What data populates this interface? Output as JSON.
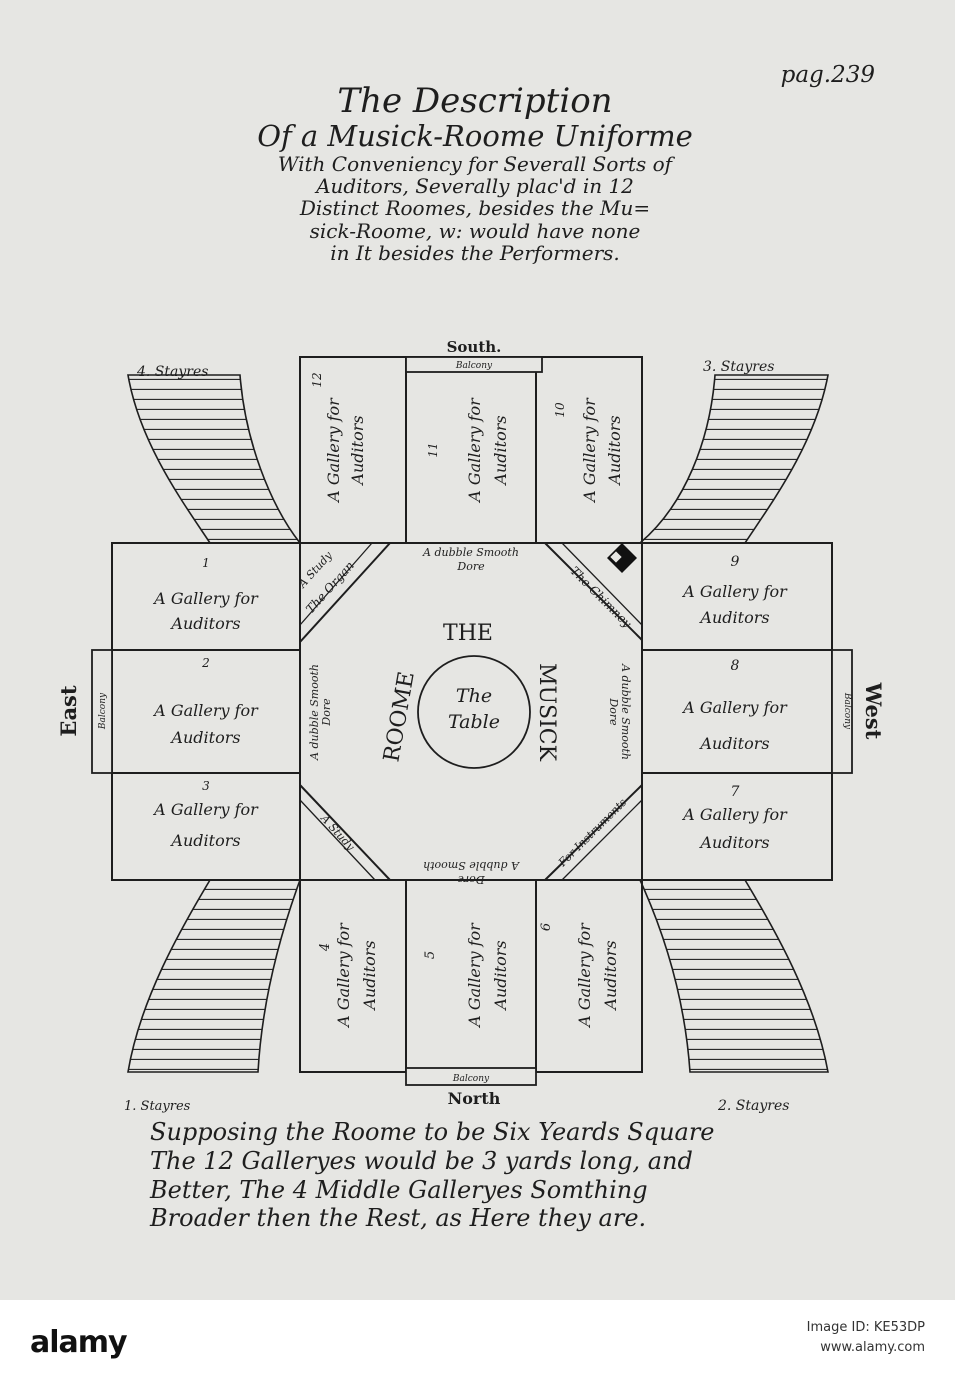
{
  "page_number": "pag.239",
  "title_lines": [
    "The Description",
    "Of a Musick-Roome Uniforme",
    "With Conveniency for Severall Sorts of",
    "Auditors, Severally plac'd in 12",
    "Distinct Roomes, besides the Mu=",
    "sick-Roome, w: would have none",
    "in It besides the Performers."
  ],
  "compass": {
    "south": "South.",
    "north": "North",
    "east": "East",
    "west": "West"
  },
  "stairs": {
    "nw": "4. Stayres",
    "ne": "3. Stayres",
    "sw": "1. Stayres",
    "se": "2. Stayres"
  },
  "balcony_label": "Balcony",
  "gallery_line1": "A Gallery for",
  "gallery_line2": "Auditors",
  "galleries": [
    {
      "num": "1"
    },
    {
      "num": "2"
    },
    {
      "num": "3"
    },
    {
      "num": "4"
    },
    {
      "num": "5"
    },
    {
      "num": "6"
    },
    {
      "num": "7"
    },
    {
      "num": "8"
    },
    {
      "num": "9"
    },
    {
      "num": "10"
    },
    {
      "num": "11"
    },
    {
      "num": "12"
    }
  ],
  "center": {
    "table": [
      "The",
      "Table"
    ],
    "room_words": [
      "THE",
      "MUSICK",
      "ROOME"
    ],
    "door_line1": "A dubble Smooth",
    "door_line2": "Dore",
    "organ": "The Organ",
    "chimney": "The Chimney",
    "study": "A Study",
    "instruments": "For Instruments",
    "study_sw": "A Study"
  },
  "footer_lines": [
    "Supposing the Roome to be Six Yeards Square",
    "The 12 Galleryes would be 3 yards long, and",
    "Better, The 4 Middle Galleryes Somthing",
    "Broader then the Rest, as Here they are."
  ],
  "watermark": {
    "brand": "alamy",
    "id_line1": "Image ID: KE53DP",
    "id_line2": "www.alamy.com"
  }
}
